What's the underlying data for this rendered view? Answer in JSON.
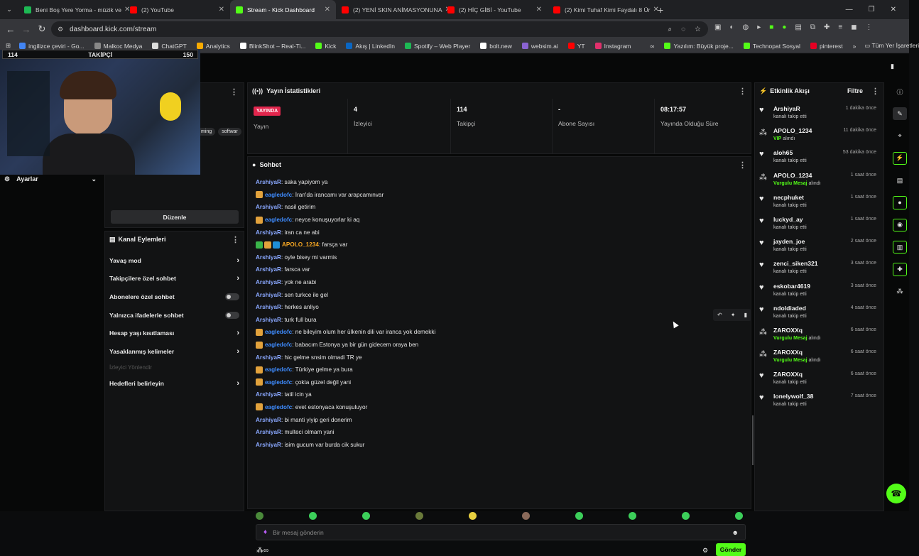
{
  "browser": {
    "tabs": [
      {
        "label": "Beni Boş Yere Yorma - müzik ve",
        "color": "#1db954"
      },
      {
        "label": "(2) YouTube",
        "color": "#ff0000"
      },
      {
        "label": "Stream - Kick Dashboard",
        "color": "#53fc18",
        "active": true
      },
      {
        "label": "(2) YENİ SKIN ANİMASYONUNA",
        "color": "#ff0000"
      },
      {
        "label": "(2) HİÇ GİBİ - YouTube",
        "color": "#ff0000"
      },
      {
        "label": "(2) Kimi Tuhaf Kimi Faydalı 8 Ür",
        "color": "#ff0000"
      }
    ],
    "url": "dashboard.kick.com/stream",
    "bookmarks": [
      {
        "label": "ingilizce çeviri - Go...",
        "color": "#4285f4"
      },
      {
        "label": "Malkoc Medya",
        "color": "#888888"
      },
      {
        "label": "ChatGPT",
        "color": "#dddddd"
      },
      {
        "label": "Analytics",
        "color": "#f9ab00"
      },
      {
        "label": "BlinkShot – Real-Ti...",
        "color": "#ffffff"
      },
      {
        "label": "Kick",
        "color": "#53fc18"
      },
      {
        "label": "Akış | LinkedIn",
        "color": "#0a66c2"
      },
      {
        "label": "Spotify – Web Player",
        "color": "#1db954"
      },
      {
        "label": "bolt.new",
        "color": "#ffffff"
      },
      {
        "label": "websim.ai",
        "color": "#8a63d2"
      },
      {
        "label": "YT",
        "color": "#ff0000"
      },
      {
        "label": "Instagram",
        "color": "#e1306c"
      },
      {
        "label": "∞",
        "color": "#35363a"
      },
      {
        "label": "Yazılım: Büyük proje...",
        "color": "#53fc18"
      },
      {
        "label": "Technopat Sosyal",
        "color": "#53fc18"
      },
      {
        "label": "pinterest",
        "color": "#e60023"
      }
    ],
    "all_bookmarks": "Tüm Yer İşaretleri"
  },
  "overlay": {
    "left_count": "114",
    "label": "TAKİPÇİ",
    "right_count": "150"
  },
  "left": {
    "tags": [
      "ming",
      "softwar"
    ],
    "settings": "Ayarlar",
    "edit_button": "Düzenle",
    "channel_actions": {
      "title": "Kanal Eylemleri",
      "items": [
        {
          "label": "Yavaş mod",
          "kind": "chevron"
        },
        {
          "label": "Takipçilere özel sohbet",
          "kind": "chevron"
        },
        {
          "label": "Abonelere özel sohbet",
          "kind": "toggle"
        },
        {
          "label": "Yalnızca ifadelerle sohbet",
          "kind": "toggle"
        },
        {
          "label": "Hesap yaşı kısıtlaması",
          "kind": "chevron"
        },
        {
          "label": "Yasaklanmış kelimeler",
          "kind": "chevron"
        }
      ],
      "section_label": "İzleyici Yönlendir",
      "last_item": "Hedefleri belirleyin"
    }
  },
  "stats": {
    "title": "Yayın İstatistikleri",
    "live_badge": "YAYINDA",
    "items": [
      {
        "value": "",
        "key": "Yayın"
      },
      {
        "value": "4",
        "key": "İzleyici"
      },
      {
        "value": "114",
        "key": "Takipçi"
      },
      {
        "value": "-",
        "key": "Abone Sayısı"
      },
      {
        "value": "08:17:57",
        "key": "Yayında Olduğu Süre"
      }
    ]
  },
  "chat": {
    "title": "Sohbet",
    "placeholder": "Bir mesaj gönderin",
    "send": "Gönder",
    "messages": [
      {
        "user": "ArshiyaR",
        "text": ": saka yapiyom ya",
        "badges": 0,
        "color": "#8aa8ff"
      },
      {
        "user": "eagledofc",
        "text": ": İran'da irancamı var arapcamınvar",
        "badges": 1,
        "color": "#3f8cff"
      },
      {
        "user": "ArshiyaR",
        "text": ": nasil getirim",
        "badges": 0,
        "color": "#8aa8ff"
      },
      {
        "user": "eagledofc",
        "text": ": neyce konuşuyorlar ki aq",
        "badges": 1,
        "color": "#3f8cff"
      },
      {
        "user": "ArshiyaR",
        "text": ": iran ca ne abi",
        "badges": 0,
        "color": "#8aa8ff"
      },
      {
        "user": "APOLO_1234",
        "text": ": farsça var",
        "badges": 3,
        "color": "#f5a623"
      },
      {
        "user": "ArshiyaR",
        "text": ": oyle bisey mi varmis",
        "badges": 0,
        "color": "#8aa8ff"
      },
      {
        "user": "ArshiyaR",
        "text": ": farsca var",
        "badges": 0,
        "color": "#8aa8ff"
      },
      {
        "user": "ArshiyaR",
        "text": ": yok ne arabi",
        "badges": 0,
        "color": "#8aa8ff"
      },
      {
        "user": "ArshiyaR",
        "text": ": sen turkce ile gel",
        "badges": 0,
        "color": "#8aa8ff"
      },
      {
        "user": "ArshiyaR",
        "text": ": herkes anliyo",
        "badges": 0,
        "color": "#8aa8ff"
      },
      {
        "user": "ArshiyaR",
        "text": ": turk full bura",
        "badges": 0,
        "color": "#8aa8ff"
      },
      {
        "user": "eagledofc",
        "text": ": ne bileyim olum her ülkenin dili var iranca yok demekki",
        "badges": 1,
        "color": "#3f8cff"
      },
      {
        "user": "eagledofc",
        "text": ": babacım Estonya ya bir gün gidecem oraya ben",
        "badges": 1,
        "color": "#3f8cff"
      },
      {
        "user": "ArshiyaR",
        "text": ": hic gelme snsim olmadi TR ye",
        "badges": 0,
        "color": "#8aa8ff"
      },
      {
        "user": "eagledofc",
        "text": ": Türkiye gelme ya bura",
        "badges": 1,
        "color": "#3f8cff"
      },
      {
        "user": "eagledofc",
        "text": ": çokta güzel değil yani",
        "badges": 1,
        "color": "#3f8cff"
      },
      {
        "user": "ArshiyaR",
        "text": ": tatil icin ya",
        "badges": 0,
        "color": "#8aa8ff"
      },
      {
        "user": "eagledofc",
        "text": ": evet estonyaca konuşuluyor",
        "badges": 1,
        "color": "#3f8cff"
      },
      {
        "user": "ArshiyaR",
        "text": ": bi manti yiyip geri donerim",
        "badges": 0,
        "color": "#8aa8ff"
      },
      {
        "user": "ArshiyaR",
        "text": ": multeci olmam yani",
        "badges": 0,
        "color": "#8aa8ff"
      },
      {
        "user": "ArshiyaR",
        "text": ": isim gucum var burda cik sukur",
        "badges": 0,
        "color": "#8aa8ff"
      }
    ]
  },
  "activity": {
    "title": "Etkinlik Akışı",
    "filter": "Filtre",
    "events": [
      {
        "name": "ArshiyaR",
        "pre": "",
        "hl": "",
        "post": "kanalı takip etti",
        "time": "1 dakika önce",
        "icon": "heart"
      },
      {
        "name": "APOLO_1234",
        "pre": "",
        "hl": "VIP",
        "post": " alındı",
        "time": "11 dakika önce",
        "icon": "gift"
      },
      {
        "name": "aloh65",
        "pre": "",
        "hl": "",
        "post": "kanalı takip etti",
        "time": "53 dakika önce",
        "icon": "heart"
      },
      {
        "name": "APOLO_1234",
        "pre": "",
        "hl": "Vurgulu Mesaj",
        "post": " alındı",
        "time": "1 saat önce",
        "icon": "gift"
      },
      {
        "name": "necphuket",
        "pre": "",
        "hl": "",
        "post": "kanalı takip etti",
        "time": "1 saat önce",
        "icon": "heart"
      },
      {
        "name": "luckyd_ay",
        "pre": "",
        "hl": "",
        "post": "kanalı takip etti",
        "time": "1 saat önce",
        "icon": "heart"
      },
      {
        "name": "jayden_joe",
        "pre": "",
        "hl": "",
        "post": "kanalı takip etti",
        "time": "2 saat önce",
        "icon": "heart"
      },
      {
        "name": "zenci_siken321",
        "pre": "",
        "hl": "",
        "post": "kanalı takip etti",
        "time": "3 saat önce",
        "icon": "heart"
      },
      {
        "name": "eskobar4619",
        "pre": "",
        "hl": "",
        "post": "kanalı takip etti",
        "time": "3 saat önce",
        "icon": "heart"
      },
      {
        "name": "ndoldiaded",
        "pre": "",
        "hl": "",
        "post": "kanalı takip etti",
        "time": "4 saat önce",
        "icon": "heart"
      },
      {
        "name": "ZAROXXq",
        "pre": "",
        "hl": "Vurgulu Mesaj",
        "post": " alındı",
        "time": "6 saat önce",
        "icon": "gift"
      },
      {
        "name": "ZAROXXq",
        "pre": "",
        "hl": "Vurgulu Mesaj",
        "post": " alındı",
        "time": "6 saat önce",
        "icon": "gift"
      },
      {
        "name": "ZAROXXq",
        "pre": "",
        "hl": "",
        "post": "kanalı takip etti",
        "time": "6 saat önce",
        "icon": "heart"
      },
      {
        "name": "lonelywolf_38",
        "pre": "",
        "hl": "",
        "post": "kanalı takip etti",
        "time": "7 saat önce",
        "icon": "heart"
      }
    ]
  },
  "colors": {
    "accent": "#53fc18",
    "live": "#e2264d"
  }
}
